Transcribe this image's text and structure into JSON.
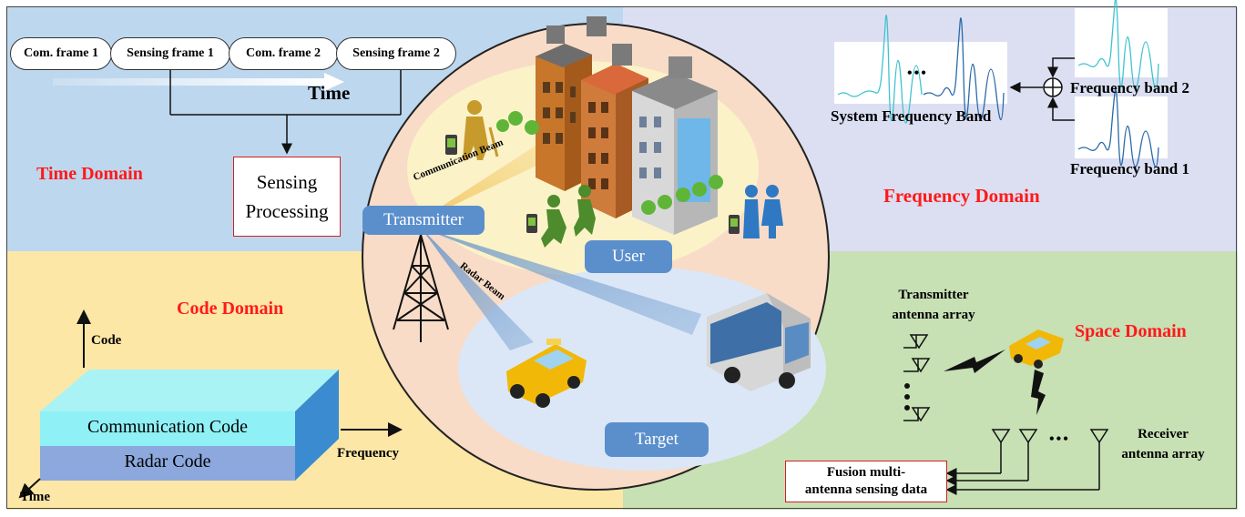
{
  "time_domain": {
    "title": "Time Domain",
    "frames": [
      "Com. frame 1",
      "Sensing frame 1",
      "Com.  frame 2",
      "Sensing frame 2"
    ],
    "axis_label": "Time",
    "processing_label_line1": "Sensing",
    "processing_label_line2": "Processing"
  },
  "frequency_domain": {
    "title": "Frequency Domain",
    "ellipsis": "•••",
    "system_band_label": "System Frequency Band",
    "band2_label": "Frequency band 2",
    "band1_label": "Frequency band 1",
    "adder_icon": "circle-plus-icon"
  },
  "code_domain": {
    "title": "Code Domain",
    "axis_code": "Code",
    "axis_frequency": "Frequency",
    "axis_time": "Time",
    "layer_top": "Communication Code",
    "layer_bottom": "Radar Code"
  },
  "space_domain": {
    "title": "Space Domain",
    "tx_array_label_line1": "Transmitter",
    "tx_array_label_line2": "antenna array",
    "rx_array_label_line1": "Receiver",
    "rx_array_label_line2": "antenna array",
    "fusion_label_line1": "Fusion multi-",
    "fusion_label_line2": "antenna sensing data",
    "ellipsis": "•••"
  },
  "center": {
    "transmitter_label": "Transmitter",
    "user_label": "User",
    "target_label": "Target",
    "communication_beam_label": "Communication Beam",
    "radar_beam_label": "Radar Beam",
    "icons": [
      "buildings-icon",
      "people-icon",
      "phone-icon",
      "tower-icon",
      "taxi-icon",
      "bus-icon",
      "tree-icon"
    ]
  },
  "colors": {
    "time_bg": "#bdd7ee",
    "frequency_bg": "#dcdff2",
    "code_bg": "#fde7a6",
    "space_bg": "#c7e0b4",
    "circle_bg": "#f8dcc7",
    "user_zone": "#fbf2c8",
    "target_zone": "#dbe7f6",
    "pill_blue": "#5b8fcc",
    "accent_red": "#ff1a1a"
  }
}
